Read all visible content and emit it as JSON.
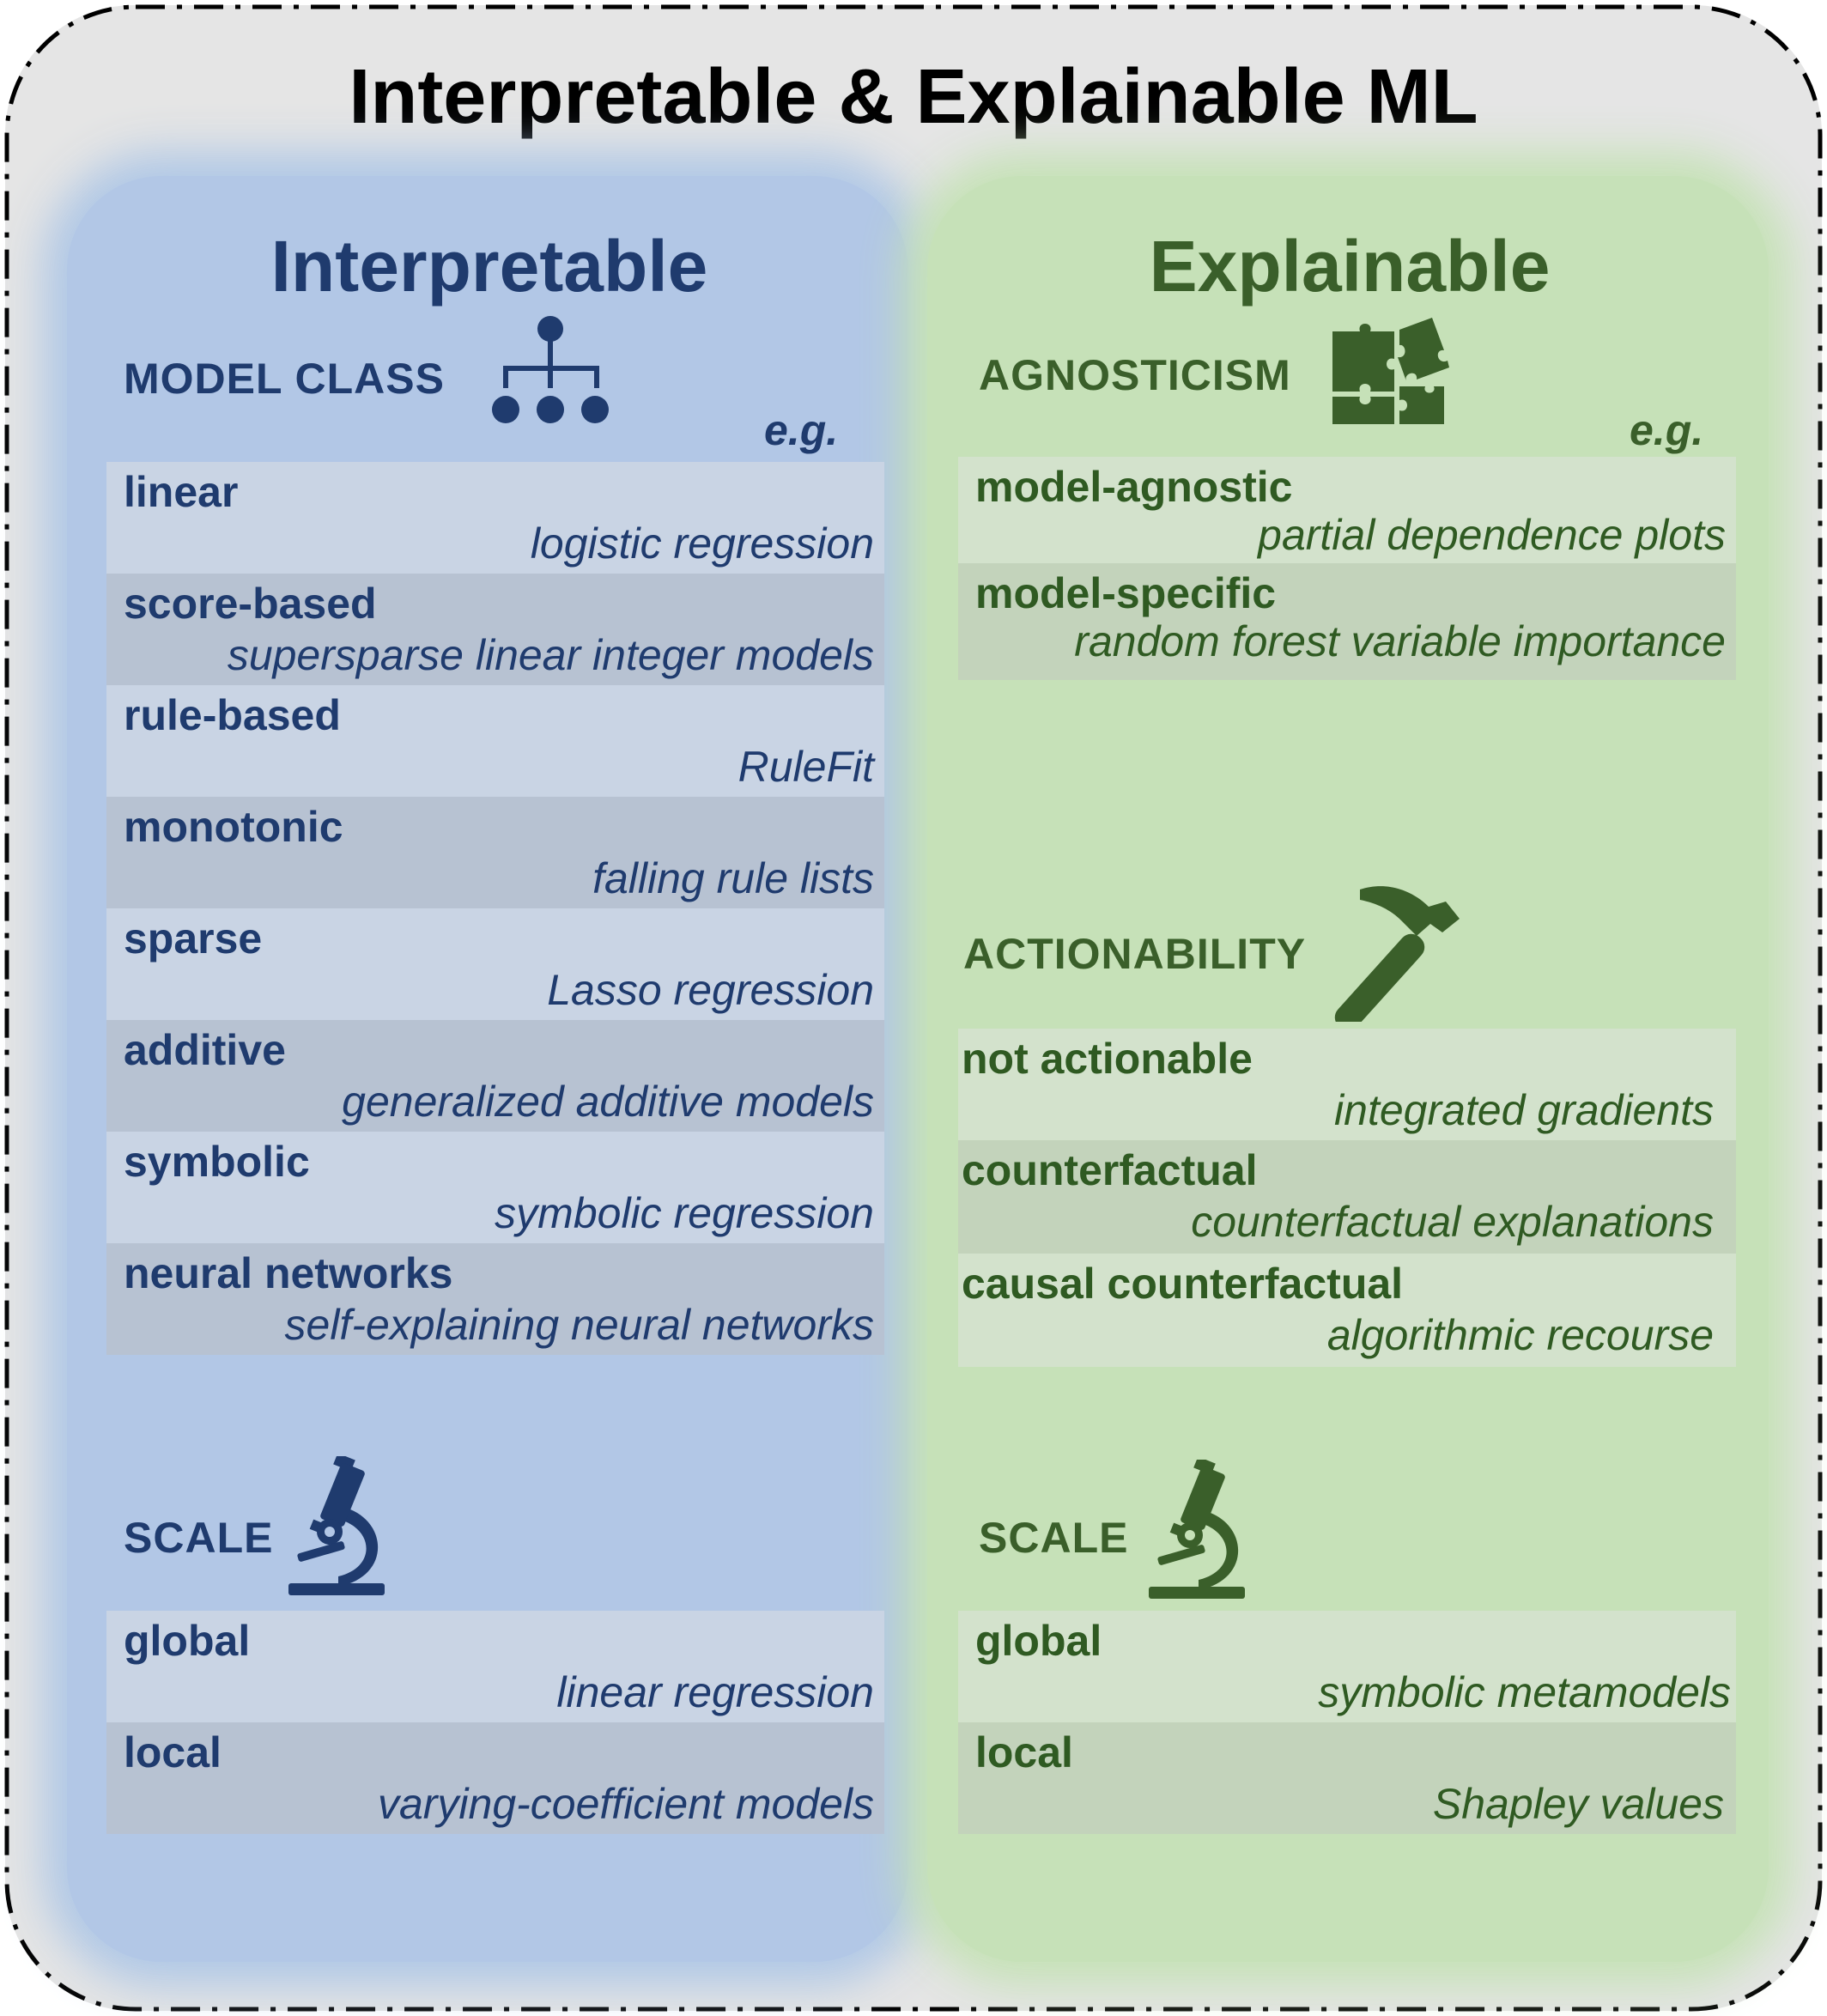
{
  "title": "Interpretable & Explainable ML",
  "colors": {
    "blue_text": "#1f3b6e",
    "green_text": "#3a5f2a",
    "blue_panel": "#b2c7e6",
    "green_panel": "#c6e1b8"
  },
  "interpretable": {
    "heading": "Interpretable",
    "eg": "e.g.",
    "model_class": {
      "label": "MODEL CLASS",
      "icon": "hierarchy-icon",
      "items": [
        {
          "term": "linear",
          "example": "logistic regression"
        },
        {
          "term": "score-based",
          "example": "supersparse linear integer models"
        },
        {
          "term": "rule-based",
          "example": "RuleFit"
        },
        {
          "term": "monotonic",
          "example": "falling rule lists"
        },
        {
          "term": "sparse",
          "example": "Lasso regression"
        },
        {
          "term": "additive",
          "example": "generalized additive models"
        },
        {
          "term": "symbolic",
          "example": "symbolic regression"
        },
        {
          "term": "neural networks",
          "example": "self-explaining neural networks"
        }
      ]
    },
    "scale": {
      "label": "SCALE",
      "icon": "microscope-icon",
      "items": [
        {
          "term": "global",
          "example": "linear regression"
        },
        {
          "term": "local",
          "example": "varying-coefficient models"
        }
      ]
    }
  },
  "explainable": {
    "heading": "Explainable",
    "eg": "e.g.",
    "agnosticism": {
      "label": "AGNOSTICISM",
      "icon": "puzzle-icon",
      "items": [
        {
          "term": "model-agnostic",
          "example": "partial dependence plots"
        },
        {
          "term": "model-specific",
          "example": "random forest variable importance"
        }
      ]
    },
    "actionability": {
      "label": "ACTIONABILITY",
      "icon": "hammer-icon",
      "items": [
        {
          "term": "not actionable",
          "example": "integrated gradients"
        },
        {
          "term": "counterfactual",
          "example": "counterfactual explanations"
        },
        {
          "term": "causal counterfactual",
          "example": "algorithmic recourse"
        }
      ]
    },
    "scale": {
      "label": "SCALE",
      "icon": "microscope-icon",
      "items": [
        {
          "term": "global",
          "example": "symbolic metamodels"
        },
        {
          "term": "local",
          "example": "Shapley values"
        }
      ]
    }
  }
}
